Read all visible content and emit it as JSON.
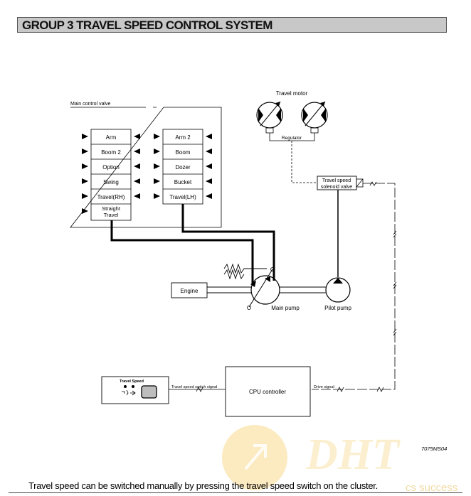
{
  "header": {
    "title": "GROUP  3  TRAVEL SPEED CONTROL SYSTEM"
  },
  "diagram": {
    "main_control_valve_label": "Main control valve",
    "left_spools": [
      "Arm",
      "Boom 2",
      "Option",
      "Swing",
      "Travel(RH)"
    ],
    "straight_travel": [
      "Straight",
      "Travel"
    ],
    "right_spools": [
      "Arm 2",
      "Boom",
      "Dozer",
      "Bucket",
      "Travel(LH)"
    ],
    "travel_motor_label": "Travel motor",
    "regulator_label": "Regulator",
    "solenoid_label": [
      "Travel speed",
      "solenoid valve"
    ],
    "engine_label": "Engine",
    "main_pump_label": "Main pump",
    "pilot_pump_label": "Pilot pump",
    "cpu_label": "CPU controller",
    "switch_panel_title": "Travel Speed",
    "switch_signal_label": "Travel speed switch signal",
    "drive_signal_label": "Drive signal",
    "figure_code": "7075MS04"
  },
  "caption": "Travel speed can be switched manually by pressing the travel speed switch on the cluster.",
  "watermark": {
    "text": "DHT",
    "tagline": "cs success"
  },
  "colors": {
    "header_bg": "#c8c8c8",
    "line": "#000000",
    "watermark": "#f6d27a"
  }
}
